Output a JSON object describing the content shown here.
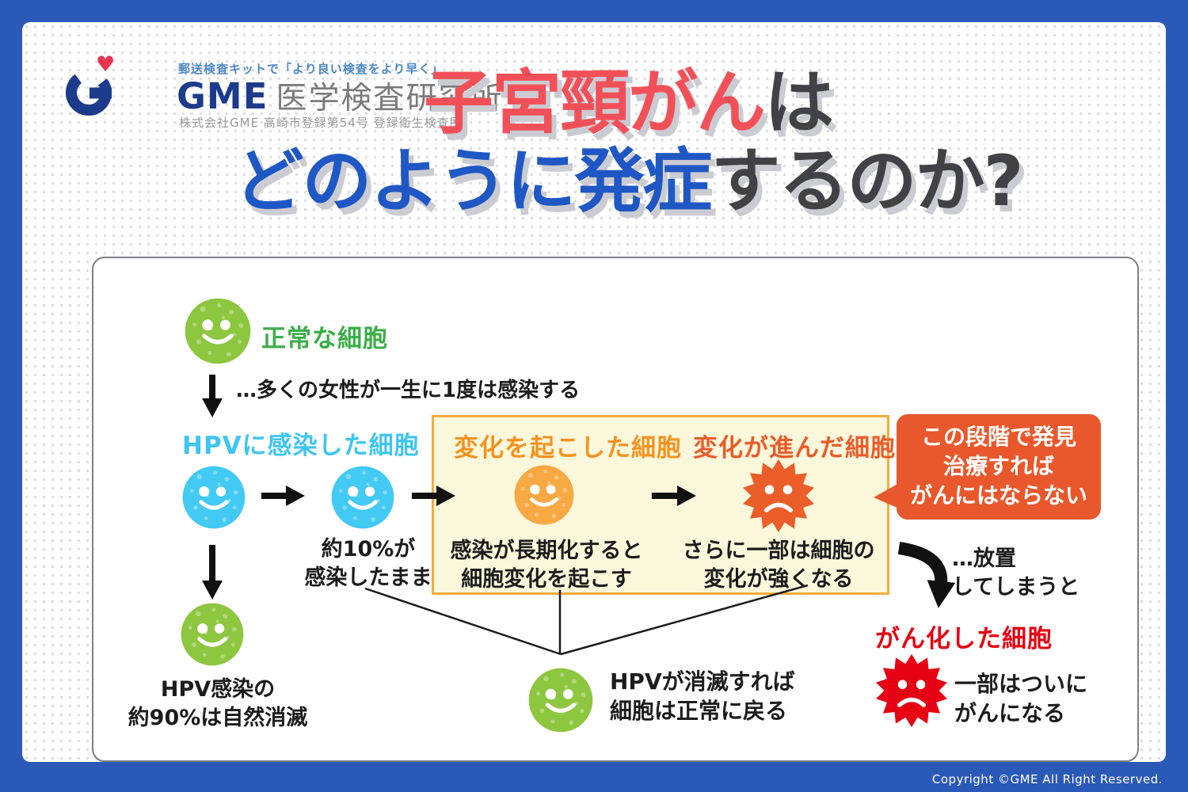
{
  "header": {
    "tagline": "郵送検査キットで「より良い検査をより早く」",
    "brand": "GME",
    "brand_suffix": "医学検査研究所",
    "registration": "株式会社GME 高崎市登録第54号 登録衛生検査所"
  },
  "title": {
    "line1_highlight": "子宮頸がん",
    "line1_rest": "は",
    "line2_highlight": "どのように発症",
    "line2_rest": "するのか?"
  },
  "flow": {
    "normal": {
      "label": "正常な細胞"
    },
    "infect_note": "…多くの女性が一生に1度は感染する",
    "hpv": {
      "label": "HPVに感染した細胞",
      "stay_note": "約10%が\n感染したまま",
      "clear_note": "HPV感染の\n約90%は自然消滅"
    },
    "changed": {
      "label": "変化を起こした細胞",
      "note": "感染が長期化すると\n細胞変化を起こす"
    },
    "advanced": {
      "label": "変化が進んだ細胞",
      "note": "さらに一部は細胞の\n変化が強くなる"
    },
    "callout": "この段階で発見\n治療すれば\nがんにはならない",
    "neglect_note": "…放置\nしてしまうと",
    "revert_note": "HPVが消滅すれば\n細胞は正常に戻る",
    "cancer": {
      "label": "がん化した細胞",
      "note": "一部はついに\nがんになる"
    }
  },
  "footer": {
    "copyright": "Copyright ©GME All Right Reserved."
  },
  "colors": {
    "frame_blue": "#2b59b8",
    "normal_cell_green": "#8dc63f",
    "infected_cell_cyan": "#42c9f4",
    "changed_cell_orange": "#f8a944",
    "advanced_cell_orange": "#eb5e29",
    "cancer_cell_red": "#e60014",
    "title_red": "#f25059",
    "title_blue": "#1f57c5",
    "callout_orange": "#e9582c",
    "yellow_box_bg": "#fcf8dc",
    "yellow_box_border": "#f7ac3d"
  }
}
